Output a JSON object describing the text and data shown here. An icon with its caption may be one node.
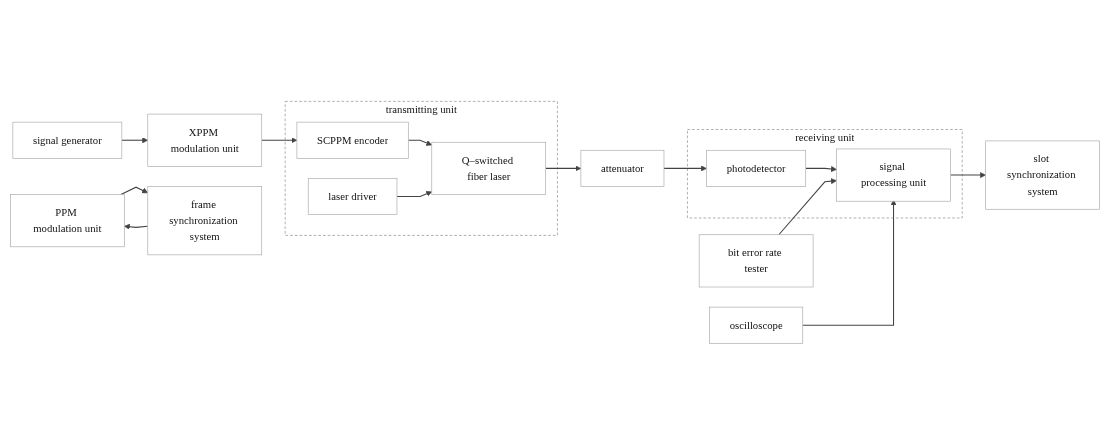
{
  "diagram": {
    "nodes": [
      {
        "text": [
          "signal generator"
        ]
      },
      {
        "text": [
          "XPPM modulation unit"
        ]
      },
      {
        "text": [
          "transmitting unit"
        ]
      },
      {
        "text": [
          "SCPPM encoder"
        ],
        "in": 2
      },
      {
        "text": [
          "Q–switched fiber laser"
        ],
        "in": 2
      },
      {
        "text": [
          "laser driver"
        ],
        "in": 2
      },
      {
        "text": [
          "attenuator"
        ]
      },
      {
        "text": [
          "bit error rate tester"
        ]
      },
      {
        "text": [
          "receiving unit"
        ]
      },
      {
        "text": [
          "photodetector"
        ],
        "in": 8
      },
      {
        "text": [
          "signal processing unit"
        ],
        "in": 8
      },
      {
        "text": [
          "oscilloscope"
        ]
      },
      {
        "text": [
          "PPM modulation unit"
        ]
      },
      {
        "text": [
          "slot synchronization system"
        ]
      },
      {
        "text": [
          "frame synchronization system"
        ]
      }
    ],
    "edges": [
      {
        "from": 0,
        "to": 1,
        "arrow": "to"
      },
      {
        "from": 1,
        "to": 3,
        "arrow": "to"
      },
      {
        "from": 3,
        "to": 4,
        "arrow": "to"
      },
      {
        "from": 5,
        "to": 4,
        "arrow": "to"
      },
      {
        "from": 4,
        "to": 6,
        "arrow": "to"
      },
      {
        "from": 6,
        "to": 9,
        "arrow": "to"
      },
      {
        "from": 9,
        "to": 10,
        "arrow": "to"
      },
      {
        "from": 7,
        "to": 10,
        "arrow": "to"
      },
      {
        "from": 11,
        "to": 10,
        "arrow": "to"
      },
      {
        "from": 10,
        "to": 13,
        "arrow": "to"
      },
      {
        "from": 14,
        "to": 12,
        "arrow": "to"
      },
      {
        "from": 12,
        "to": 14,
        "arrow": "to"
      }
    ]
  }
}
